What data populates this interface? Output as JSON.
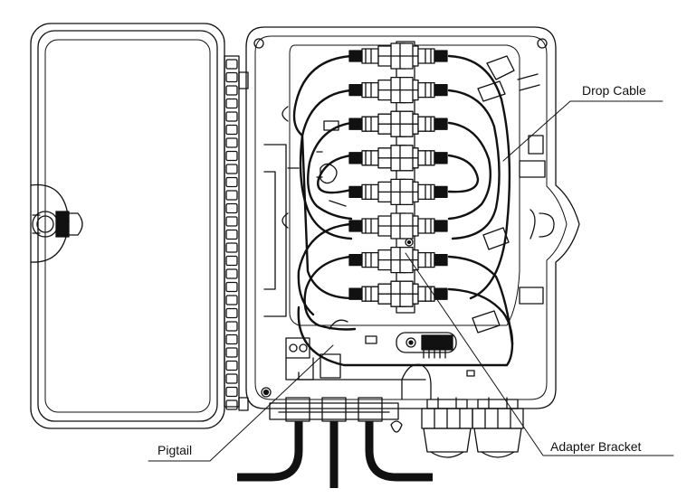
{
  "labels": {
    "drop_cable": "Drop Cable",
    "pigtail": "Pigtail",
    "adapter_bracket": "Adapter Bracket"
  },
  "adapter_count": 8,
  "colors": {
    "line": "#111111",
    "background": "#ffffff"
  }
}
